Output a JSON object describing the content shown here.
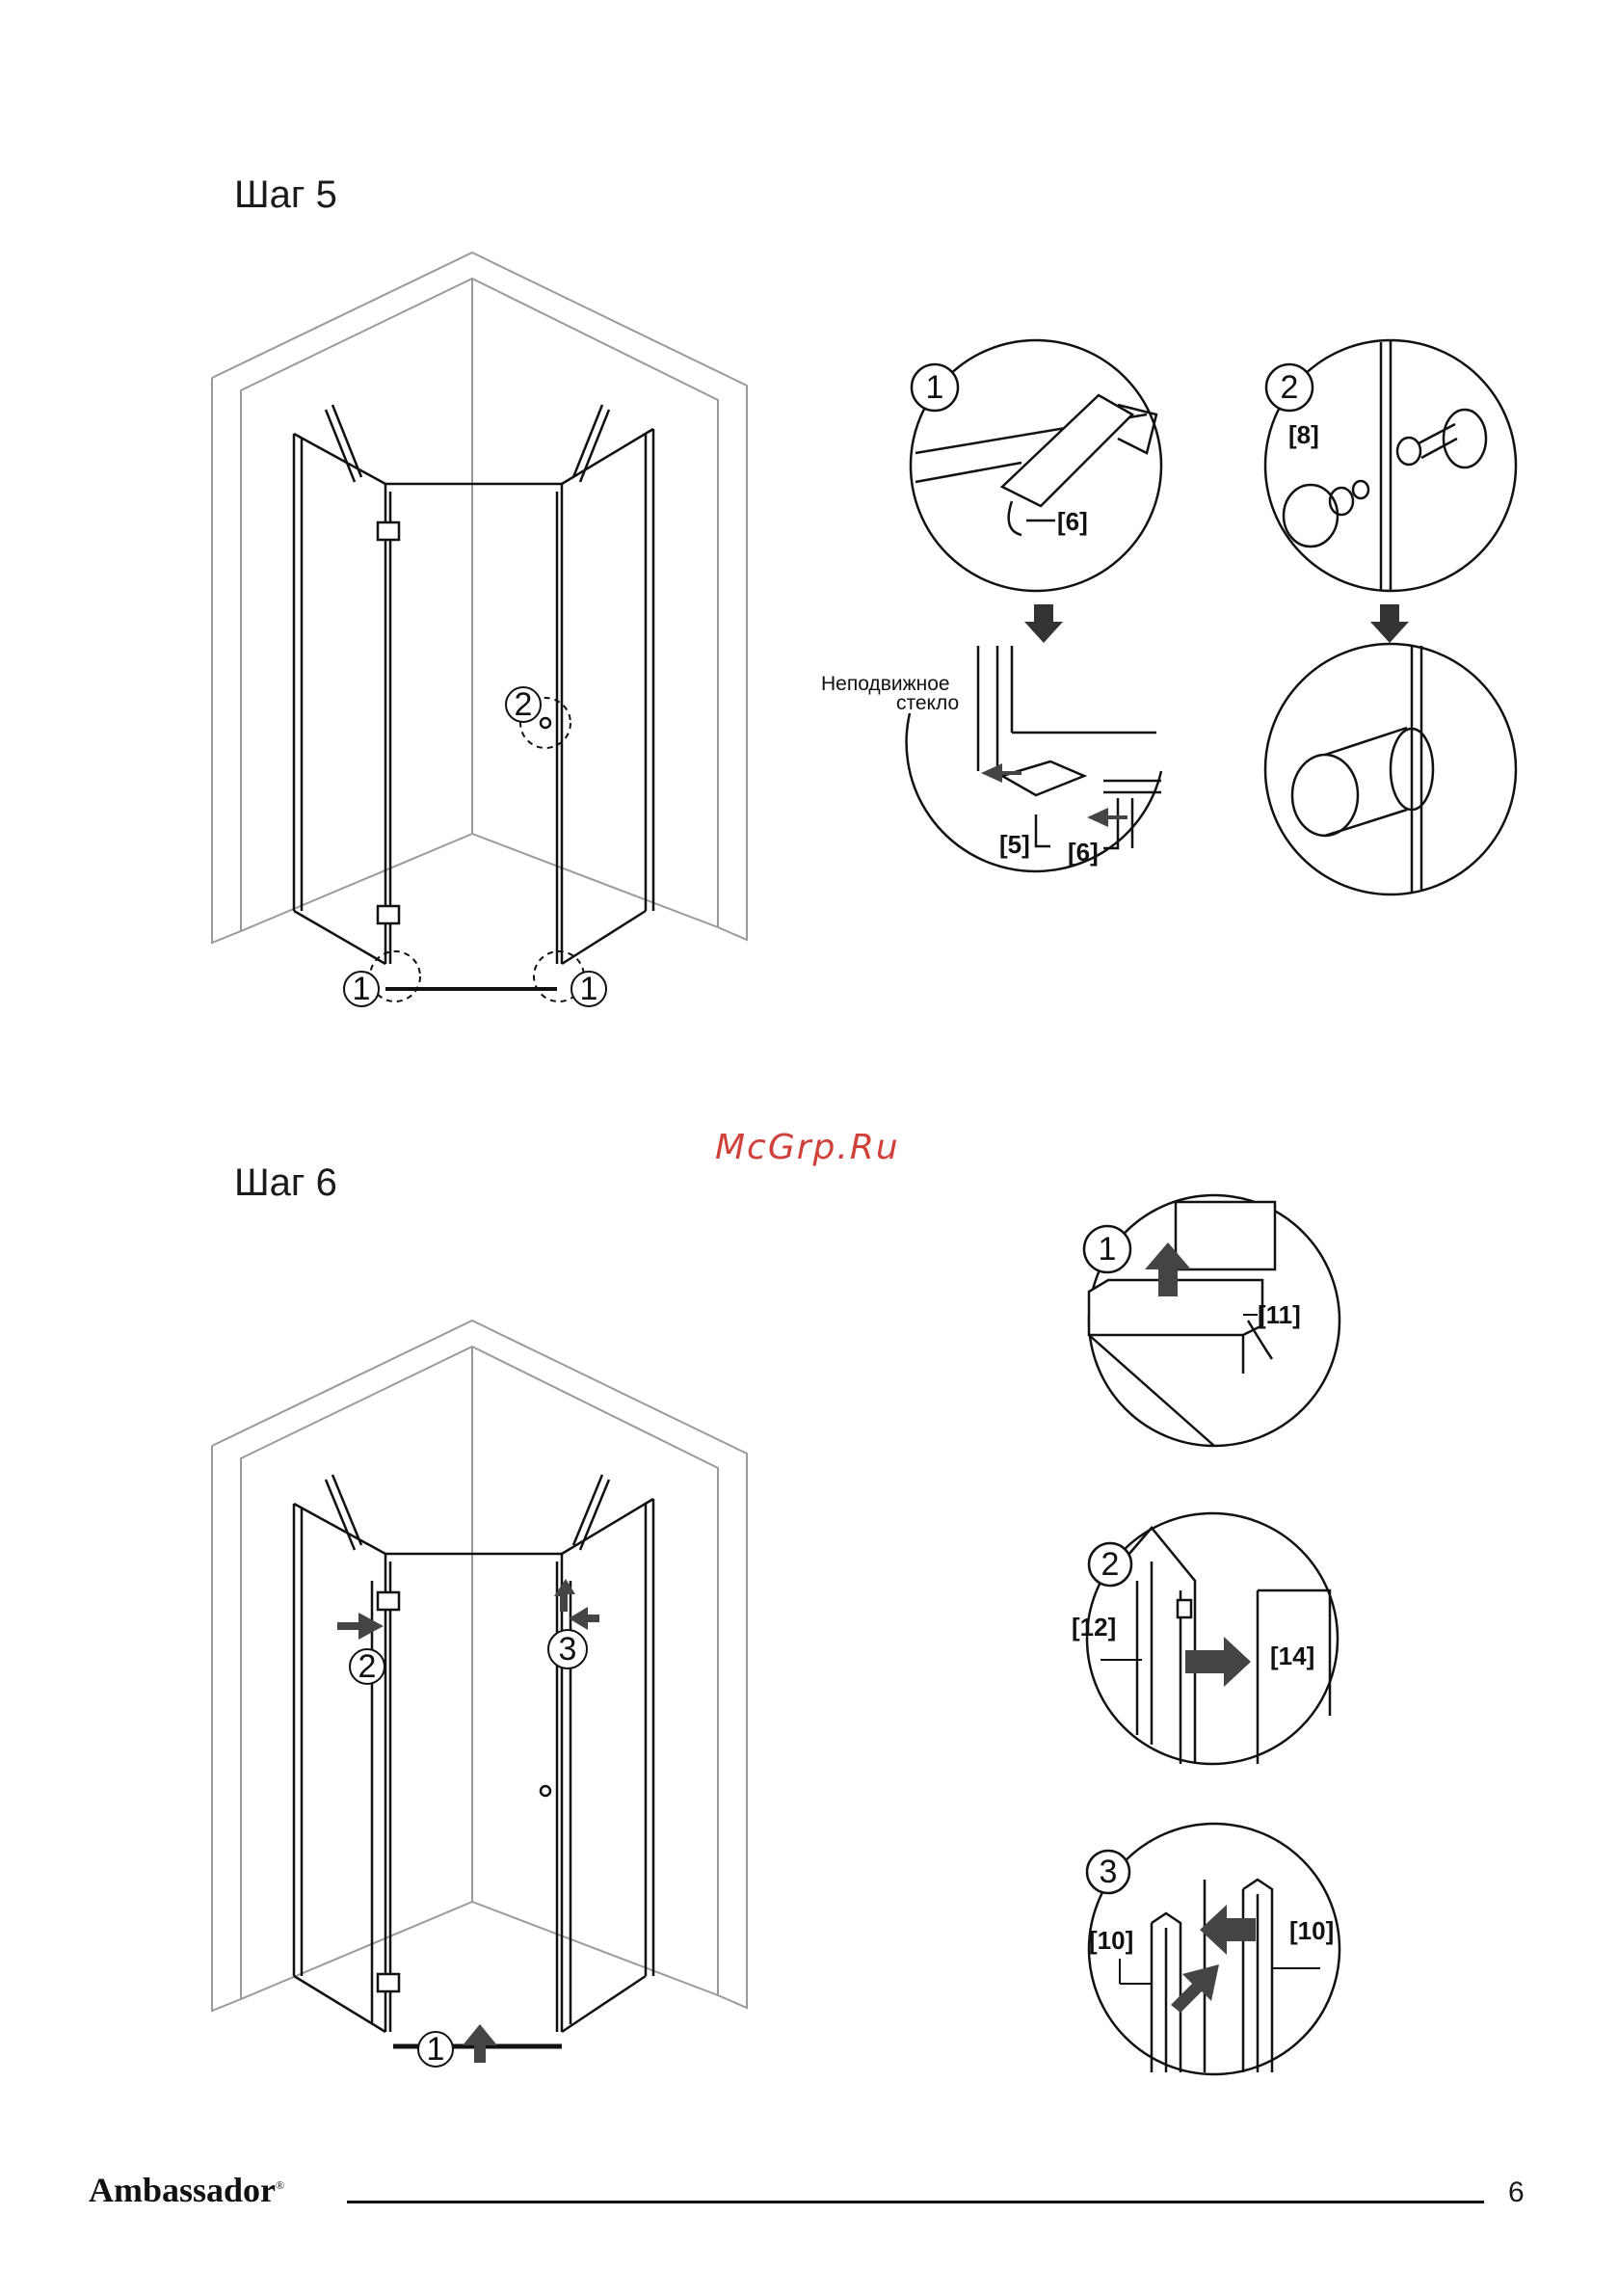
{
  "steps": [
    {
      "title": "Шаг 5"
    },
    {
      "title": "Шаг 6"
    }
  ],
  "watermark": "McGrp.Ru",
  "step5": {
    "callout_numbers": {
      "one": "1",
      "two": "2"
    },
    "labels": {
      "part6": "[6]",
      "part5": "[5]",
      "part6b": "[6]",
      "part8": "[8]"
    },
    "fixed_glass_caption": {
      "line1": "Неподвижное",
      "line2": "стекло"
    }
  },
  "step6": {
    "callout_numbers": {
      "one": "1",
      "two": "2",
      "three": "3"
    },
    "labels": {
      "part11": "[11]",
      "part12": "[12]",
      "part14": "[14]",
      "part10a": "[10]",
      "part10b": "[10]"
    }
  },
  "footer": {
    "brand": "Ambassador",
    "reg": "®",
    "page": "6"
  },
  "colors": {
    "wall": "#9a9a9a",
    "ink": "#111111",
    "arrow": "#444444",
    "watermark": "#d0413a"
  }
}
